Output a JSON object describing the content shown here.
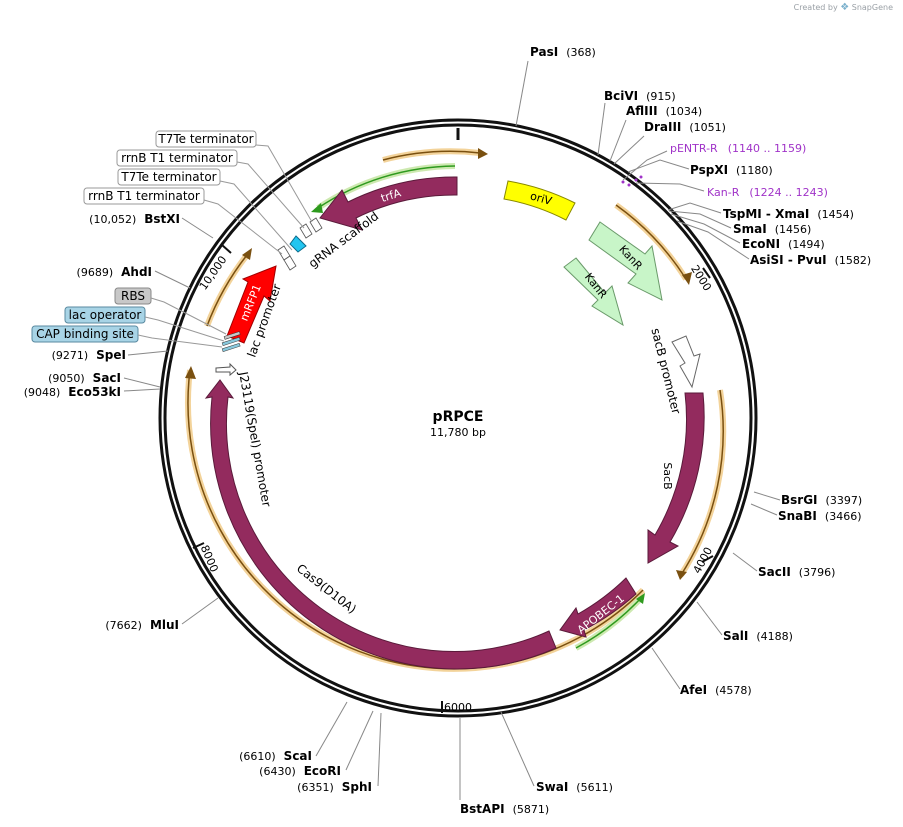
{
  "brand": {
    "created_by": "Created by",
    "product": "SnapGene"
  },
  "plasmid": {
    "name": "pRPCE",
    "length_label": "11,780 bp",
    "length": 11780
  },
  "colors": {
    "backbone": "#111111",
    "cds": "#932b5e",
    "orange": "#e8a020",
    "green": "#2e9a1e",
    "yellow": "#ffff00",
    "light_green": "#c8f5c8",
    "red": "#ff0000",
    "cyan": "#22c5f0",
    "gray_box": "#c8c8c8",
    "blue_box": "#a8d4e6",
    "primer": "#a033c8"
  },
  "ticks": [
    {
      "pos": 0,
      "label": ""
    },
    {
      "pos": 2000,
      "label": "2000"
    },
    {
      "pos": 4000,
      "label": "4000"
    },
    {
      "pos": 6000,
      "label": "6000"
    },
    {
      "pos": 8000,
      "label": "8000"
    },
    {
      "pos": 10000,
      "label": "10,000"
    }
  ],
  "sites": [
    {
      "name": "PasI",
      "pos": "(368)",
      "side": "R",
      "bp": 368
    },
    {
      "name": "BciVI",
      "pos": "(915)",
      "side": "R",
      "bp": 915
    },
    {
      "name": "AflIII",
      "pos": "(1034)",
      "side": "R",
      "bp": 1034
    },
    {
      "name": "DraIII",
      "pos": "(1051)",
      "side": "R",
      "bp": 1051
    },
    {
      "name": "PspXI",
      "pos": "(1180)",
      "side": "R",
      "bp": 1180
    },
    {
      "name": "TspMI - XmaI",
      "pos": "(1454)",
      "side": "R",
      "bp": 1454
    },
    {
      "name": "SmaI",
      "pos": "(1456)",
      "side": "R",
      "bp": 1456
    },
    {
      "name": "EcoNI",
      "pos": "(1494)",
      "side": "R",
      "bp": 1494
    },
    {
      "name": "AsiSI - PvuI",
      "pos": "(1582)",
      "side": "R",
      "bp": 1582
    },
    {
      "name": "BsrGI",
      "pos": "(3397)",
      "side": "R",
      "bp": 3397
    },
    {
      "name": "SnaBI",
      "pos": "(3466)",
      "side": "R",
      "bp": 3466
    },
    {
      "name": "SacII",
      "pos": "(3796)",
      "side": "R",
      "bp": 3796
    },
    {
      "name": "SalI",
      "pos": "(4188)",
      "side": "R",
      "bp": 4188
    },
    {
      "name": "AfeI",
      "pos": "(4578)",
      "side": "R",
      "bp": 4578
    },
    {
      "name": "SwaI",
      "pos": "(5611)",
      "side": "R",
      "bp": 5611
    },
    {
      "name": "BstAPI",
      "pos": "(5871)",
      "side": "R",
      "bp": 5871
    },
    {
      "name": "SphI",
      "pos": "(6351)",
      "side": "L",
      "bp": 6351
    },
    {
      "name": "EcoRI",
      "pos": "(6430)",
      "side": "L",
      "bp": 6430
    },
    {
      "name": "ScaI",
      "pos": "(6610)",
      "side": "L",
      "bp": 6610
    },
    {
      "name": "MluI",
      "pos": "(7662)",
      "side": "L",
      "bp": 7662
    },
    {
      "name": "Eco53kI",
      "pos": "(9048)",
      "side": "L",
      "bp": 9048
    },
    {
      "name": "SacI",
      "pos": "(9050)",
      "side": "L",
      "bp": 9050
    },
    {
      "name": "SpeI",
      "pos": "(9271)",
      "side": "L",
      "bp": 9271
    },
    {
      "name": "AhdI",
      "pos": "(9689)",
      "side": "L",
      "bp": 9689
    },
    {
      "name": "BstXI",
      "pos": "(10,052)",
      "side": "L",
      "bp": 10052
    }
  ],
  "primers": [
    {
      "name": "pENTR-R",
      "range": "(1140 .. 1159)",
      "bp": 1150
    },
    {
      "name": "Kan-R",
      "range": "(1224 .. 1243)",
      "bp": 1233
    }
  ],
  "box_labels": [
    {
      "text": "T7Te terminator",
      "style": "white"
    },
    {
      "text": "rrnB T1 terminator",
      "style": "white"
    },
    {
      "text": "T7Te terminator",
      "style": "white"
    },
    {
      "text": "rrnB T1 terminator",
      "style": "white"
    },
    {
      "text": "RBS",
      "style": "gray"
    },
    {
      "text": "lac operator",
      "style": "blue"
    },
    {
      "text": "CAP binding site",
      "style": "blue"
    }
  ],
  "features": [
    {
      "name": "trfA",
      "type": "cds"
    },
    {
      "name": "gRNA scaffold",
      "type": "misc"
    },
    {
      "name": "oriV",
      "type": "ori"
    },
    {
      "name": "KanR",
      "type": "gene"
    },
    {
      "name": "KanR",
      "type": "gene"
    },
    {
      "name": "sacB promoter",
      "type": "promoter"
    },
    {
      "name": "SacB",
      "type": "cds"
    },
    {
      "name": "APOBEC-1",
      "type": "cds"
    },
    {
      "name": "Cas9(D10A)",
      "type": "cds"
    },
    {
      "name": "J23119(SpeI) promoter",
      "type": "promoter"
    },
    {
      "name": "mRFP1",
      "type": "cds"
    },
    {
      "name": "lac promoter",
      "type": "promoter"
    }
  ]
}
